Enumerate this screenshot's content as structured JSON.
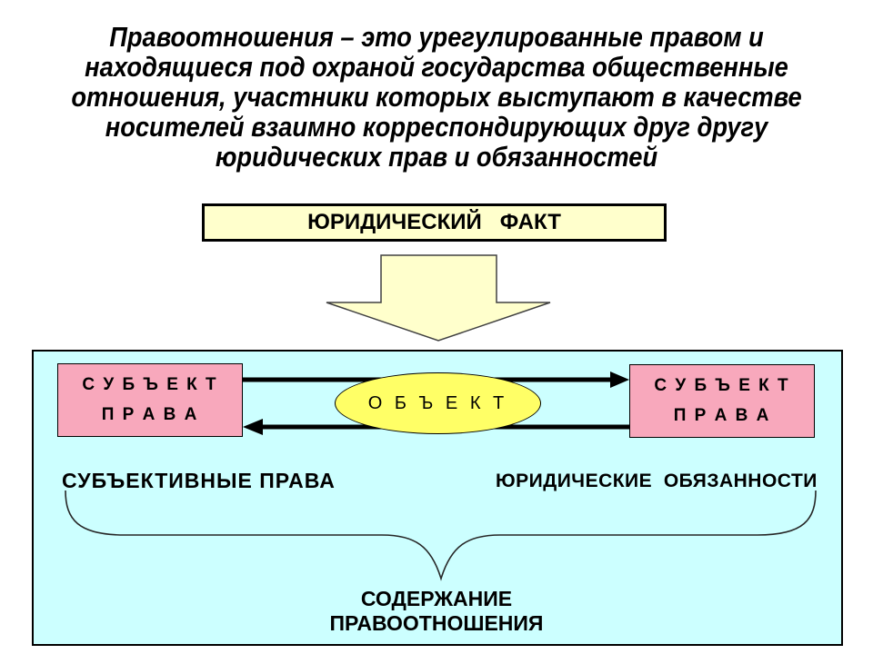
{
  "title": {
    "lines": [
      "Правоотношения – это урегулированные правом и",
      "находящиеся под охраной государства общественные",
      "отношения, участники которых выступают в качестве",
      "носителей взаимно корреспондирующих друг другу",
      "юридических прав и обязанностей"
    ]
  },
  "fact_box": {
    "label": "ЮРИДИЧЕСКИЙ   ФАКТ"
  },
  "diagram": {
    "subject_left": {
      "line1": "С У Б Ъ Е К Т",
      "line2": "П Р А В А"
    },
    "subject_right": {
      "line1": "С У Б Ъ Е К Т",
      "line2": "П Р А В А"
    },
    "object_label": "О Б Ъ Е К Т",
    "left_label": "СУБЪЕКТИВНЫЕ ПРАВА",
    "right_label": "ЮРИДИЧЕСКИЕ  ОБЯЗАННОСТИ",
    "bottom_label_line1": "СОДЕРЖАНИЕ",
    "bottom_label_line2": "ПРАВООТНОШЕНИЯ"
  },
  "colors": {
    "cream": "#FFFFCC",
    "cyan_panel": "#CCFFFF",
    "pink_box": "#F8A8BC",
    "yellow_ellipse": "#FFFF66",
    "line_black": "#000000",
    "arrow_outline": "#404040",
    "brace_stroke": "#262626"
  }
}
